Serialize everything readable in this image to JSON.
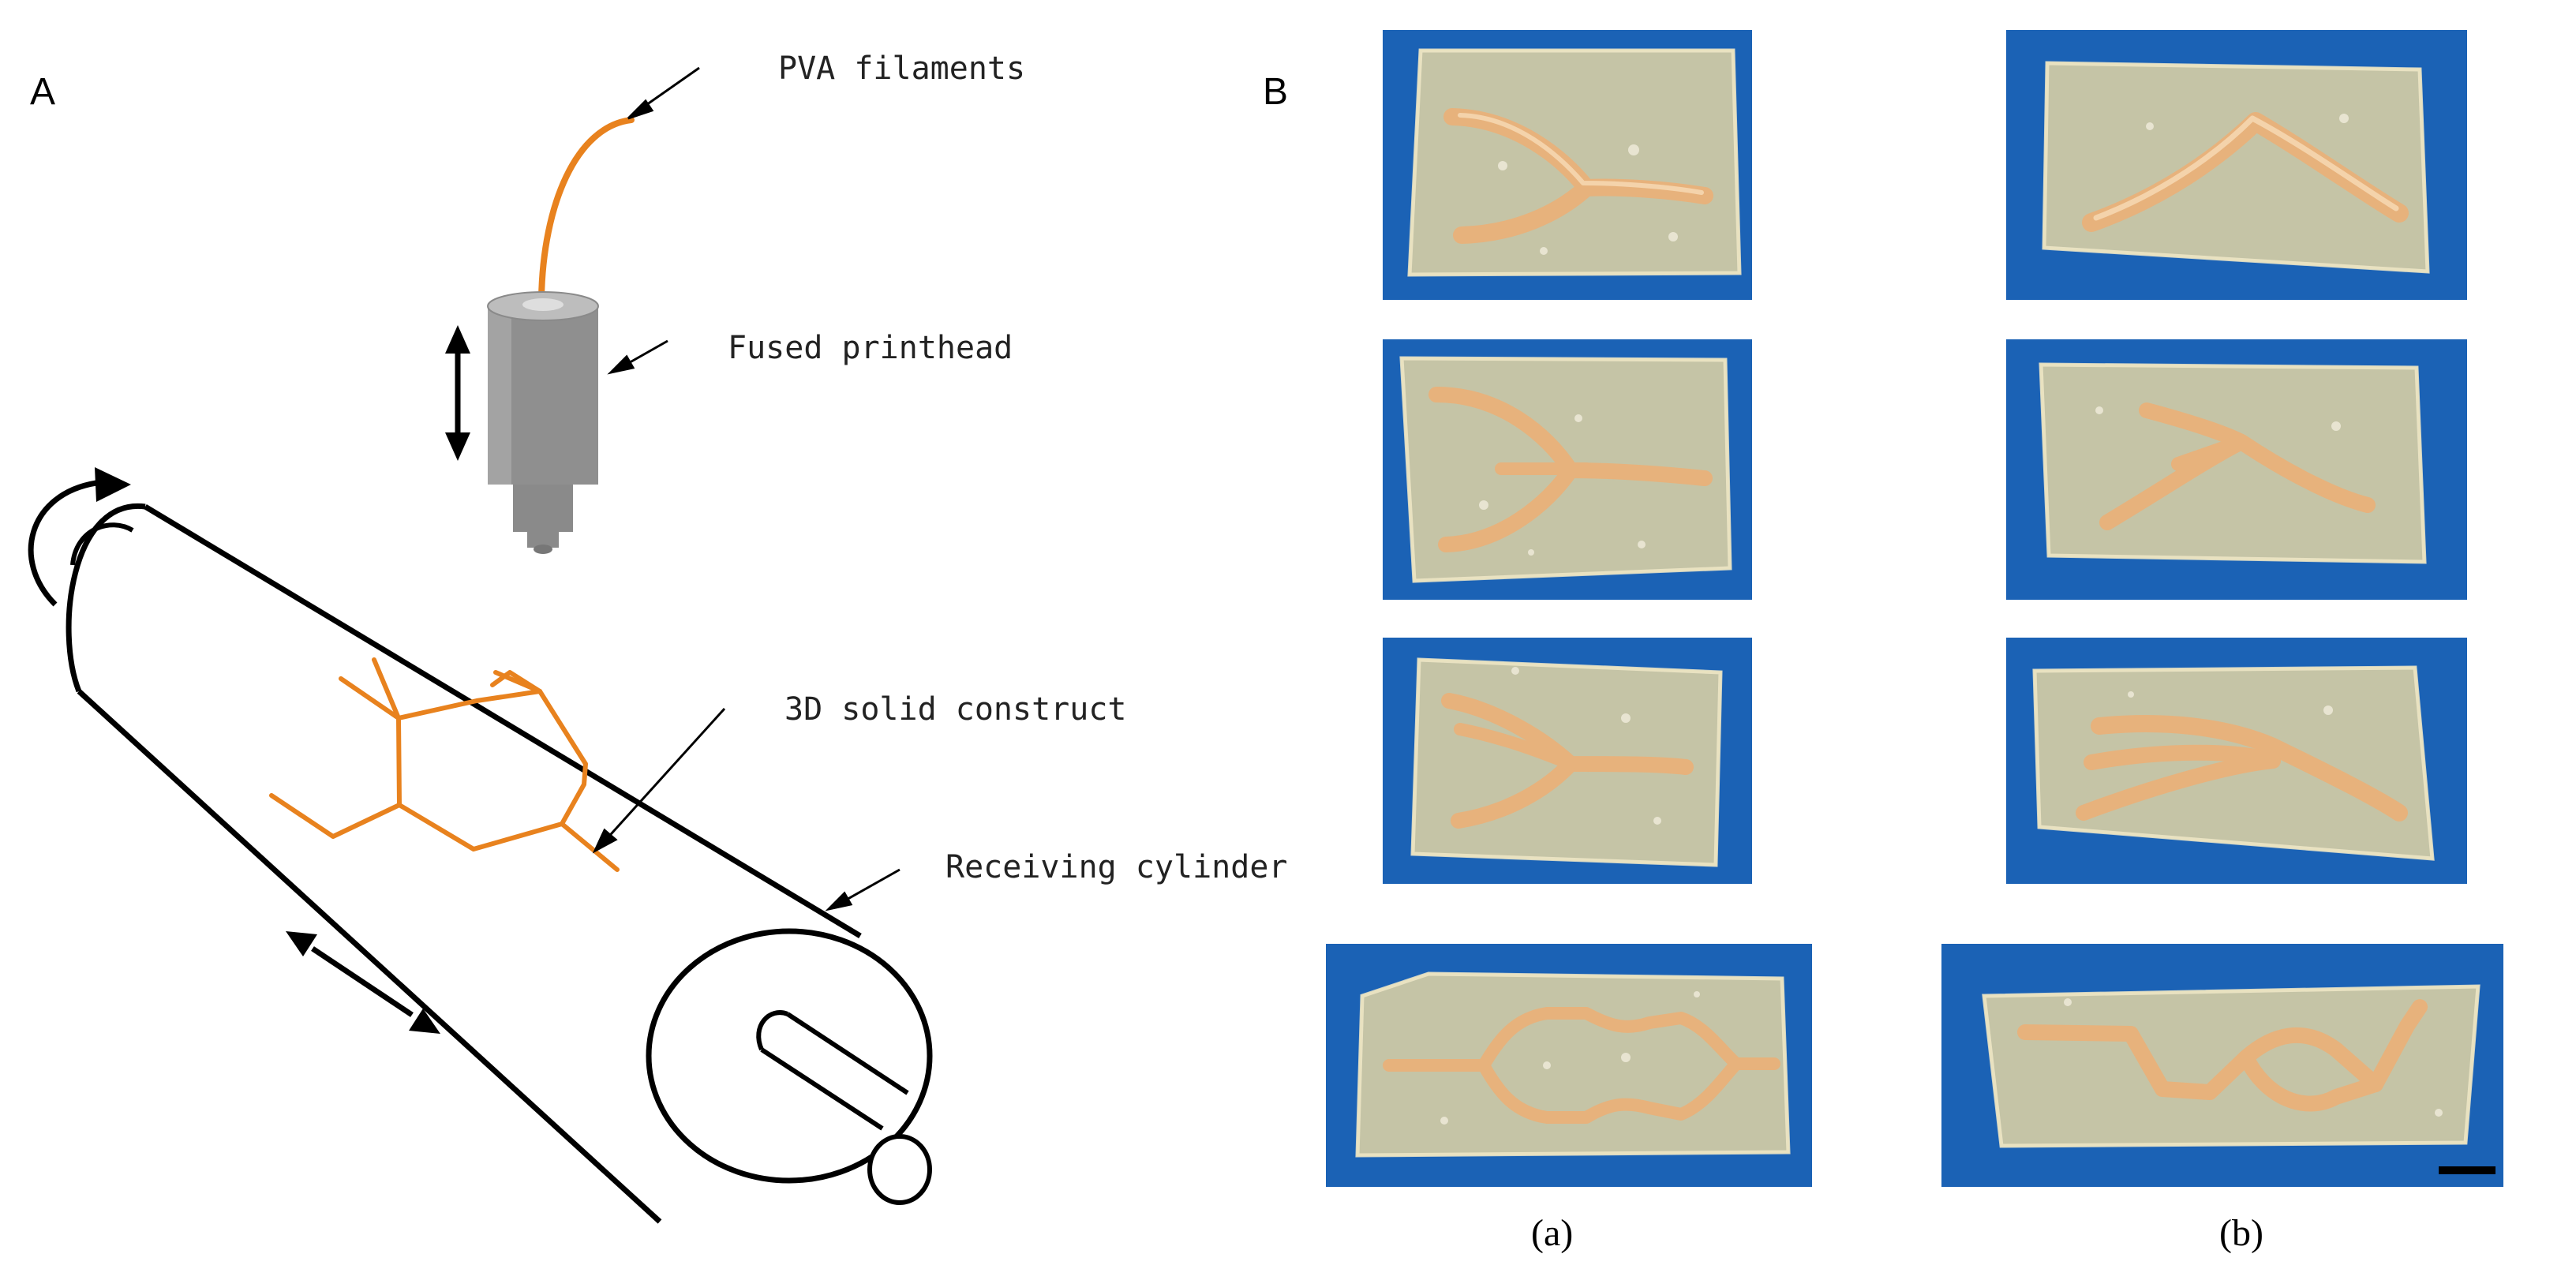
{
  "panels": {
    "a": {
      "letter": "A"
    },
    "b": {
      "letter": "B"
    }
  },
  "callouts": {
    "pva_filaments": "PVA filaments",
    "fused_printhead": "Fused printhead",
    "solid_construct": "3D solid construct",
    "receiving_cylinder": "Receiving cylinder"
  },
  "captions": {
    "col_a": "(a)",
    "col_b": "(b)"
  },
  "colors": {
    "filament": "#e8821e",
    "printhead": "#8f8f8f",
    "photo_background": "#1b62b5",
    "gel": "#d8cfa4",
    "channel": "#e7b27c"
  }
}
